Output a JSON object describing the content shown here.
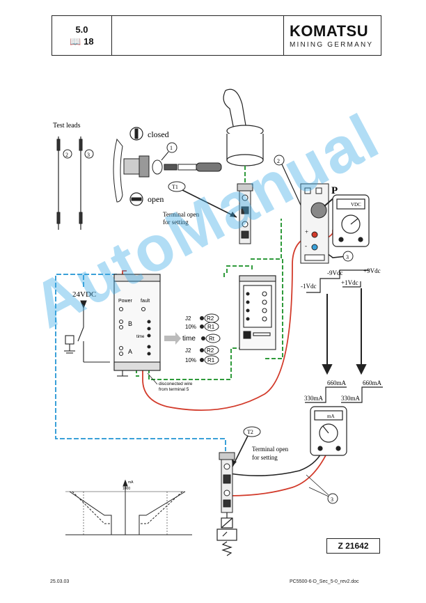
{
  "header": {
    "section": "5.0",
    "page_icon": "book-icon",
    "page": "18",
    "logo": "KOMATSU",
    "logo_sub": "MINING GERMANY"
  },
  "labels": {
    "test_leads": "Test leads",
    "closed": "closed",
    "open": "open",
    "t1": "T1",
    "t2": "T2",
    "terminal_open_1": "Terminal open",
    "for_setting_1": "for setting",
    "terminal_open_2": "Terminal open",
    "for_setting_2": "for setting",
    "n1": "1",
    "n2": "2",
    "n3": "3",
    "p": "P",
    "vdc": "VDC",
    "ma": "mA",
    "v24": "24VDC",
    "power": "Power",
    "fault": "fault",
    "b": "B",
    "a": "A",
    "time": "time",
    "pct10": "10%",
    "j2": "J2",
    "r2": "R2",
    "r1": "R1",
    "rt": "Rt",
    "disc1": "disconected wire",
    "disc2": "from terminal 5",
    "minus1v": "-1Vdc",
    "minus9v": "-9Vdc",
    "plus9v": "+9Vdc",
    "plus1v": "+1Vdc",
    "ma660a": "660mA",
    "ma660b": "660mA",
    "ma330a": "330mA",
    "ma330b": "330mA",
    "plus": "+",
    "minus": "-",
    "graph_top": "1000",
    "graph_ma": "mA"
  },
  "figure_id": "Z 21642",
  "footer": {
    "date": "25.03.03",
    "doc": "PC5500-6-D_Sec_5-0_rev2.doc"
  },
  "watermark": "AutoManual",
  "colors": {
    "blue": "#3aa0d8",
    "green": "#2e9a3a",
    "red": "#d23a2a"
  }
}
